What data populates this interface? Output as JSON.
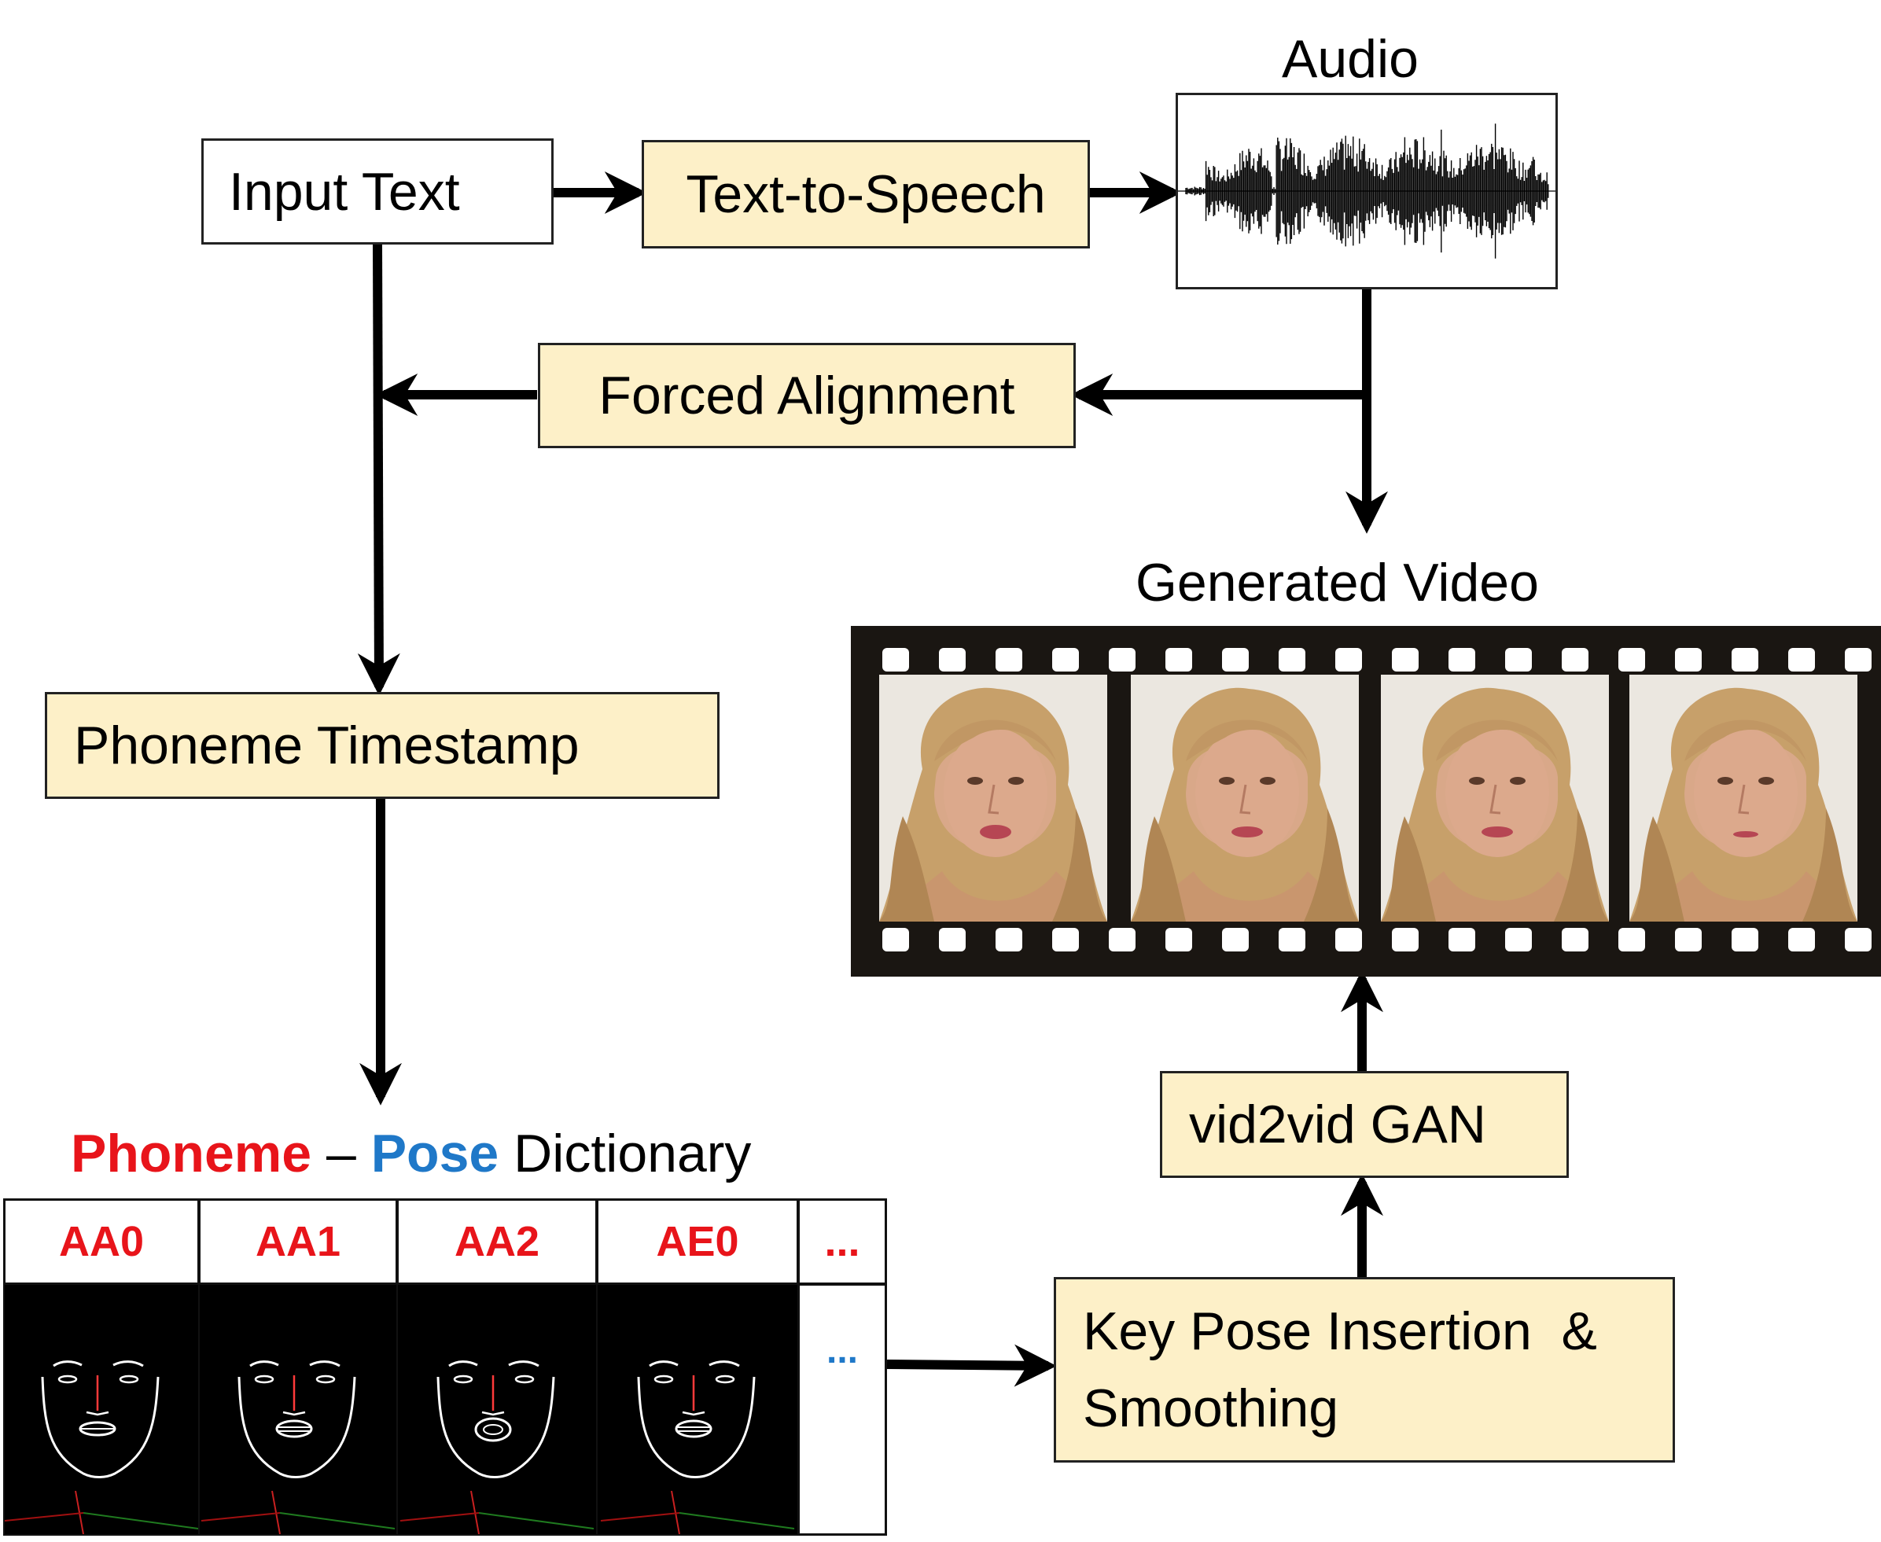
{
  "nodes": {
    "input_text": "Input Text",
    "tts": "Text-to-Speech",
    "audio": "Audio",
    "forced_alignment": "Forced Alignment",
    "generated_video": "Generated Video",
    "phoneme_timestamp": "Phoneme Timestamp",
    "vid2vid": "vid2vid GAN",
    "keypose_line1": "Key Pose Insertion  &",
    "keypose_line2": "Smoothing"
  },
  "dictionary": {
    "title_phoneme": "Phoneme",
    "title_dash": " – ",
    "title_pose": "Pose",
    "title_rest": " Dictionary",
    "phonemes": [
      "AA0",
      "AA1",
      "AA2",
      "AE0"
    ],
    "more_head": "...",
    "more_body": "..."
  },
  "colors": {
    "box_fill": "#fdf0c8",
    "phoneme_red": "#e8141a",
    "pose_blue": "#1f78c8"
  }
}
